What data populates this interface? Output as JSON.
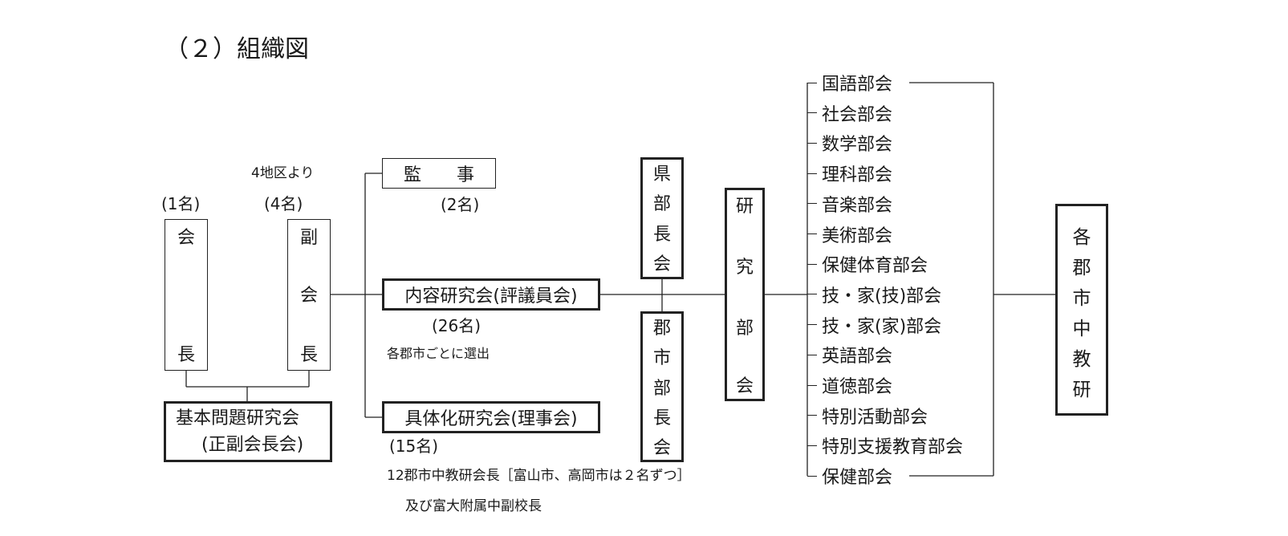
{
  "title": "（２）組織図",
  "chair": {
    "count": "(1名)",
    "char_top": "会",
    "char_bottom": "長"
  },
  "vice_chair": {
    "note": "4地区より",
    "count": "(4名)",
    "chars": [
      "副",
      "会",
      "長"
    ]
  },
  "kihon": {
    "line1": "基本問題研究会",
    "line2": "(正副会長会)"
  },
  "auditor": {
    "label": "監　　事",
    "count": "(2名)"
  },
  "naiyou": {
    "label": "内容研究会(評議員会)",
    "count": "(26名)",
    "note": "各郡市ごとに選出"
  },
  "gutaika": {
    "label": "具体化研究会(理事会)",
    "count": "(15名)",
    "note1": "12郡市中教研会長［富山市、高岡市は２名ずつ］",
    "note2": "及び富大附属中副校長"
  },
  "ken_bukai": {
    "chars": [
      "県",
      "部",
      "長",
      "会"
    ]
  },
  "gun_bukai": {
    "chars": [
      "郡",
      "市",
      "部",
      "長",
      "会"
    ]
  },
  "kenkyu_bu": {
    "chars": [
      "研",
      "究",
      "部",
      "会"
    ]
  },
  "subcommittees": [
    "国語部会",
    "社会部会",
    "数学部会",
    "理科部会",
    "音楽部会",
    "美術部会",
    "保健体育部会",
    "技・家(技)部会",
    "技・家(家)部会",
    "英語部会",
    "道徳部会",
    "特別活動部会",
    "特別支援教育部会",
    "保健部会"
  ],
  "kakugun": {
    "chars": [
      "各",
      "郡",
      "市",
      "中",
      "教",
      "研"
    ]
  }
}
